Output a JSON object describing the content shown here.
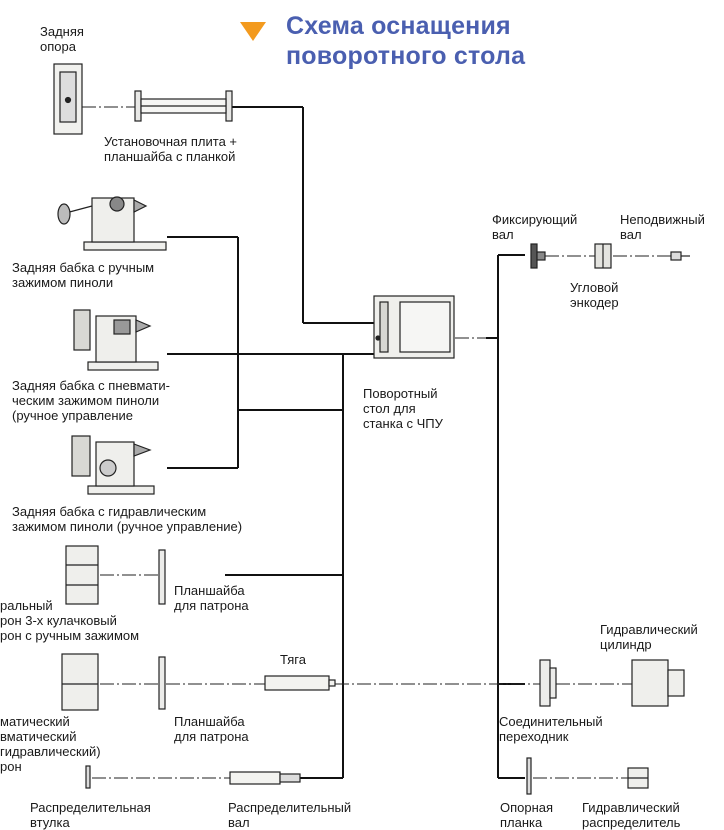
{
  "title": {
    "line1": "Схема оснащения",
    "line2": "поворотного стола",
    "accent_color": "#f39a1e",
    "text_color": "#4a5fb0"
  },
  "labels": {
    "rear_support": [
      "Задняя",
      "опора"
    ],
    "mounting_plate": [
      "Установочная плита +",
      "планшайба с планкой"
    ],
    "tailstock_manual": [
      "Задняя бабка с ручным",
      "зажимом пиноли"
    ],
    "tailstock_pneumatic": [
      "Задняя бабка с пневмати-",
      "ческим зажимом пиноли",
      "(ручное управление"
    ],
    "tailstock_hydraulic": [
      "Задняя бабка с гидравлическим",
      "зажимом пиноли (ручное управление)"
    ],
    "rotary_table": [
      "Поворотный",
      "стол для",
      "станка с ЧПУ"
    ],
    "locking_shaft": [
      "Фиксирующий",
      "вал"
    ],
    "fixed_shaft": [
      "Неподвижный",
      "вал"
    ],
    "angle_encoder": [
      "Угловой",
      "энкодер"
    ],
    "chuck_3jaw": [
      "ральный",
      "рон 3-х кулачковый",
      "рон с ручным зажимом"
    ],
    "faceplate_1": [
      "Планшайба",
      "для патрона"
    ],
    "pneumatic_chuck": [
      "матический",
      "вматический",
      "гидравлический)",
      "рон"
    ],
    "faceplate_2": [
      "Планшайба",
      "для патрона"
    ],
    "draw_bar": [
      "Тяга"
    ],
    "hydraulic_cylinder": [
      "Гидравлический",
      "цилиндр"
    ],
    "connecting_adapter": [
      "Соединительный",
      "переходник"
    ],
    "distribution_sleeve": [
      "Распределительная",
      "втулка"
    ],
    "distribution_shaft": [
      "Распределительный",
      "вал"
    ],
    "support_bar": [
      "Опорная",
      "планка"
    ],
    "hydraulic_distributor": [
      "Гидравлический",
      "распределитель"
    ]
  }
}
